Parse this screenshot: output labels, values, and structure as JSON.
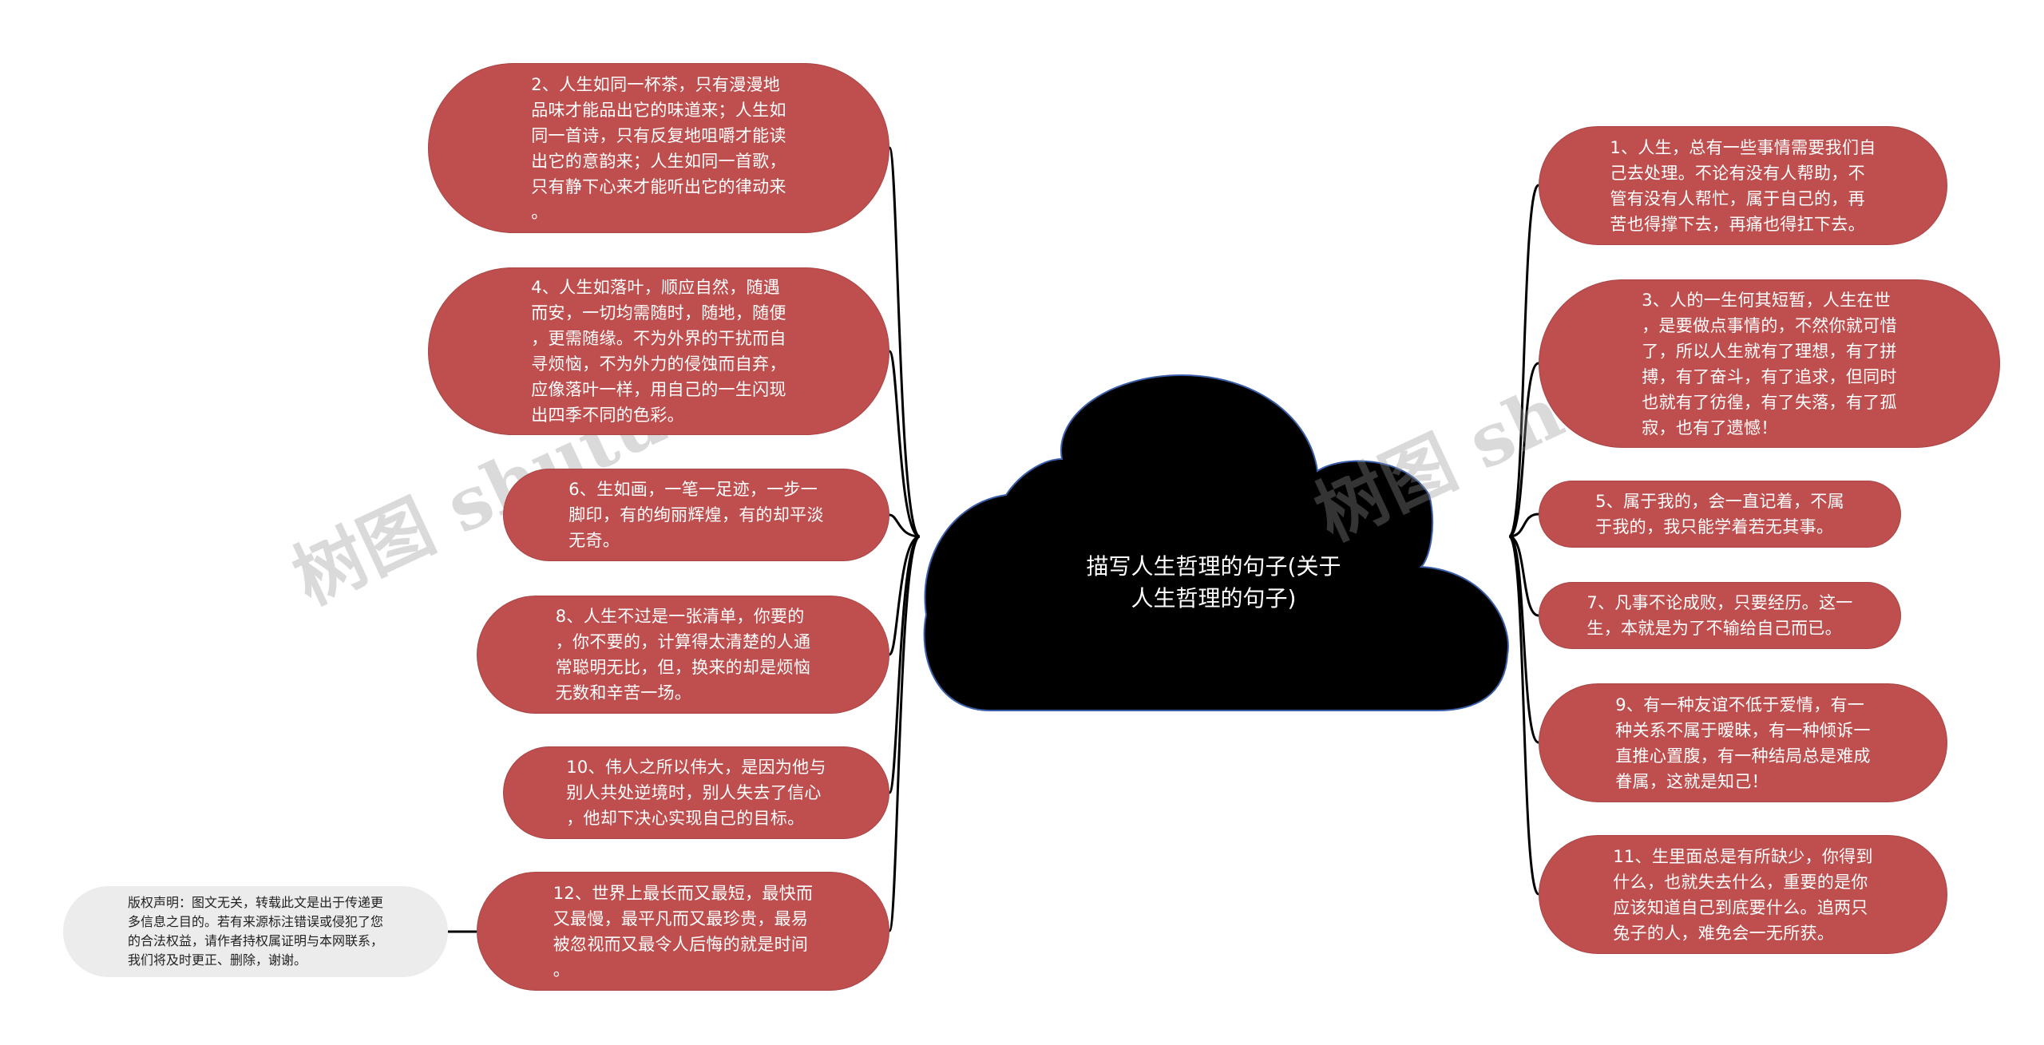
{
  "central_topic": "描写人生哲理的句子(关于\n人生哲理的句子)",
  "watermark": "树图 shutu.cn",
  "colors": {
    "node_fill": "#bf4e4e",
    "cloud_fill": "#000000",
    "copyright_fill": "#ececec"
  },
  "left_nodes": [
    {
      "text": "2、人生如同一杯茶，只有漫漫地\n品味才能品出它的味道来；人生如\n同一首诗，只有反复地咀嚼才能读\n出它的意韵来；人生如同一首歌，\n只有静下心来才能听出它的律动来\n。"
    },
    {
      "text": "4、人生如落叶，顺应自然，随遇\n而安，一切均需随时，随地，随便\n，更需随缘。不为外界的干扰而自\n寻烦恼，不为外力的侵蚀而自弃，\n应像落叶一样，用自己的一生闪现\n出四季不同的色彩。"
    },
    {
      "text": "6、生如画，一笔一足迹，一步一\n脚印，有的绚丽辉煌，有的却平淡\n无奇。"
    },
    {
      "text": "8、人生不过是一张清单，你要的\n，你不要的，计算得太清楚的人通\n常聪明无比，但，换来的却是烦恼\n无数和辛苦一场。"
    },
    {
      "text": "10、伟人之所以伟大，是因为他与\n别人共处逆境时，别人失去了信心\n，他却下决心实现自己的目标。"
    },
    {
      "text": "12、世界上最长而又最短，最快而\n又最慢，最平凡而又最珍贵，最易\n被忽视而又最令人后悔的就是时间\n。"
    }
  ],
  "right_nodes": [
    {
      "text": "1、人生，总有一些事情需要我们自\n己去处理。不论有没有人帮助，不\n管有没有人帮忙，属于自己的，再\n苦也得撑下去，再痛也得扛下去。"
    },
    {
      "text": "3、人的一生何其短暂，人生在世\n，是要做点事情的，不然你就可惜\n了，所以人生就有了理想，有了拼\n搏，有了奋斗，有了追求，但同时\n也就有了彷徨，有了失落，有了孤\n寂，也有了遗憾！"
    },
    {
      "text": "5、属于我的，会一直记着，不属\n于我的，我只能学着若无其事。"
    },
    {
      "text": "7、凡事不论成败，只要经历。这一\n生，本就是为了不输给自己而已。"
    },
    {
      "text": "9、有一种友谊不低于爱情，有一\n种关系不属于暧昧，有一种倾诉一\n直推心置腹，有一种结局总是难成\n眷属，这就是知己！"
    },
    {
      "text": "11、生里面总是有所缺少，你得到\n什么，也就失去什么，重要的是你\n应该知道自己到底要什么。追两只\n兔子的人，难免会一无所获。"
    }
  ],
  "copyright": "版权声明：图文无关，转载此文是出于传递更\n多信息之目的。若有来源标注错误或侵犯了您\n的合法权益，请作者持权属证明与本网联系，\n我们将及时更正、删除，谢谢。"
}
